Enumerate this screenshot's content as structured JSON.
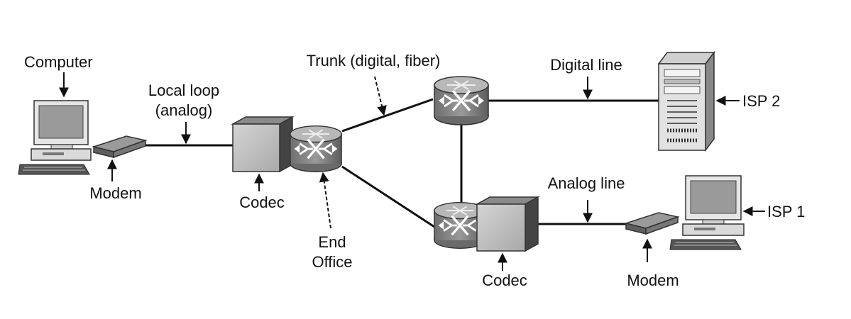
{
  "diagram": {
    "labels": {
      "computer": "Computer",
      "local_loop_line1": "Local loop",
      "local_loop_line2": "(analog)",
      "modem_left": "Modem",
      "codec_left": "Codec",
      "trunk": "Trunk (digital, fiber)",
      "end_office_line1": "End",
      "end_office_line2": "Office",
      "digital_line": "Digital line",
      "isp2": "ISP 2",
      "analog_line": "Analog line",
      "isp1": "ISP 1",
      "codec_right": "Codec",
      "modem_right": "Modem"
    }
  }
}
